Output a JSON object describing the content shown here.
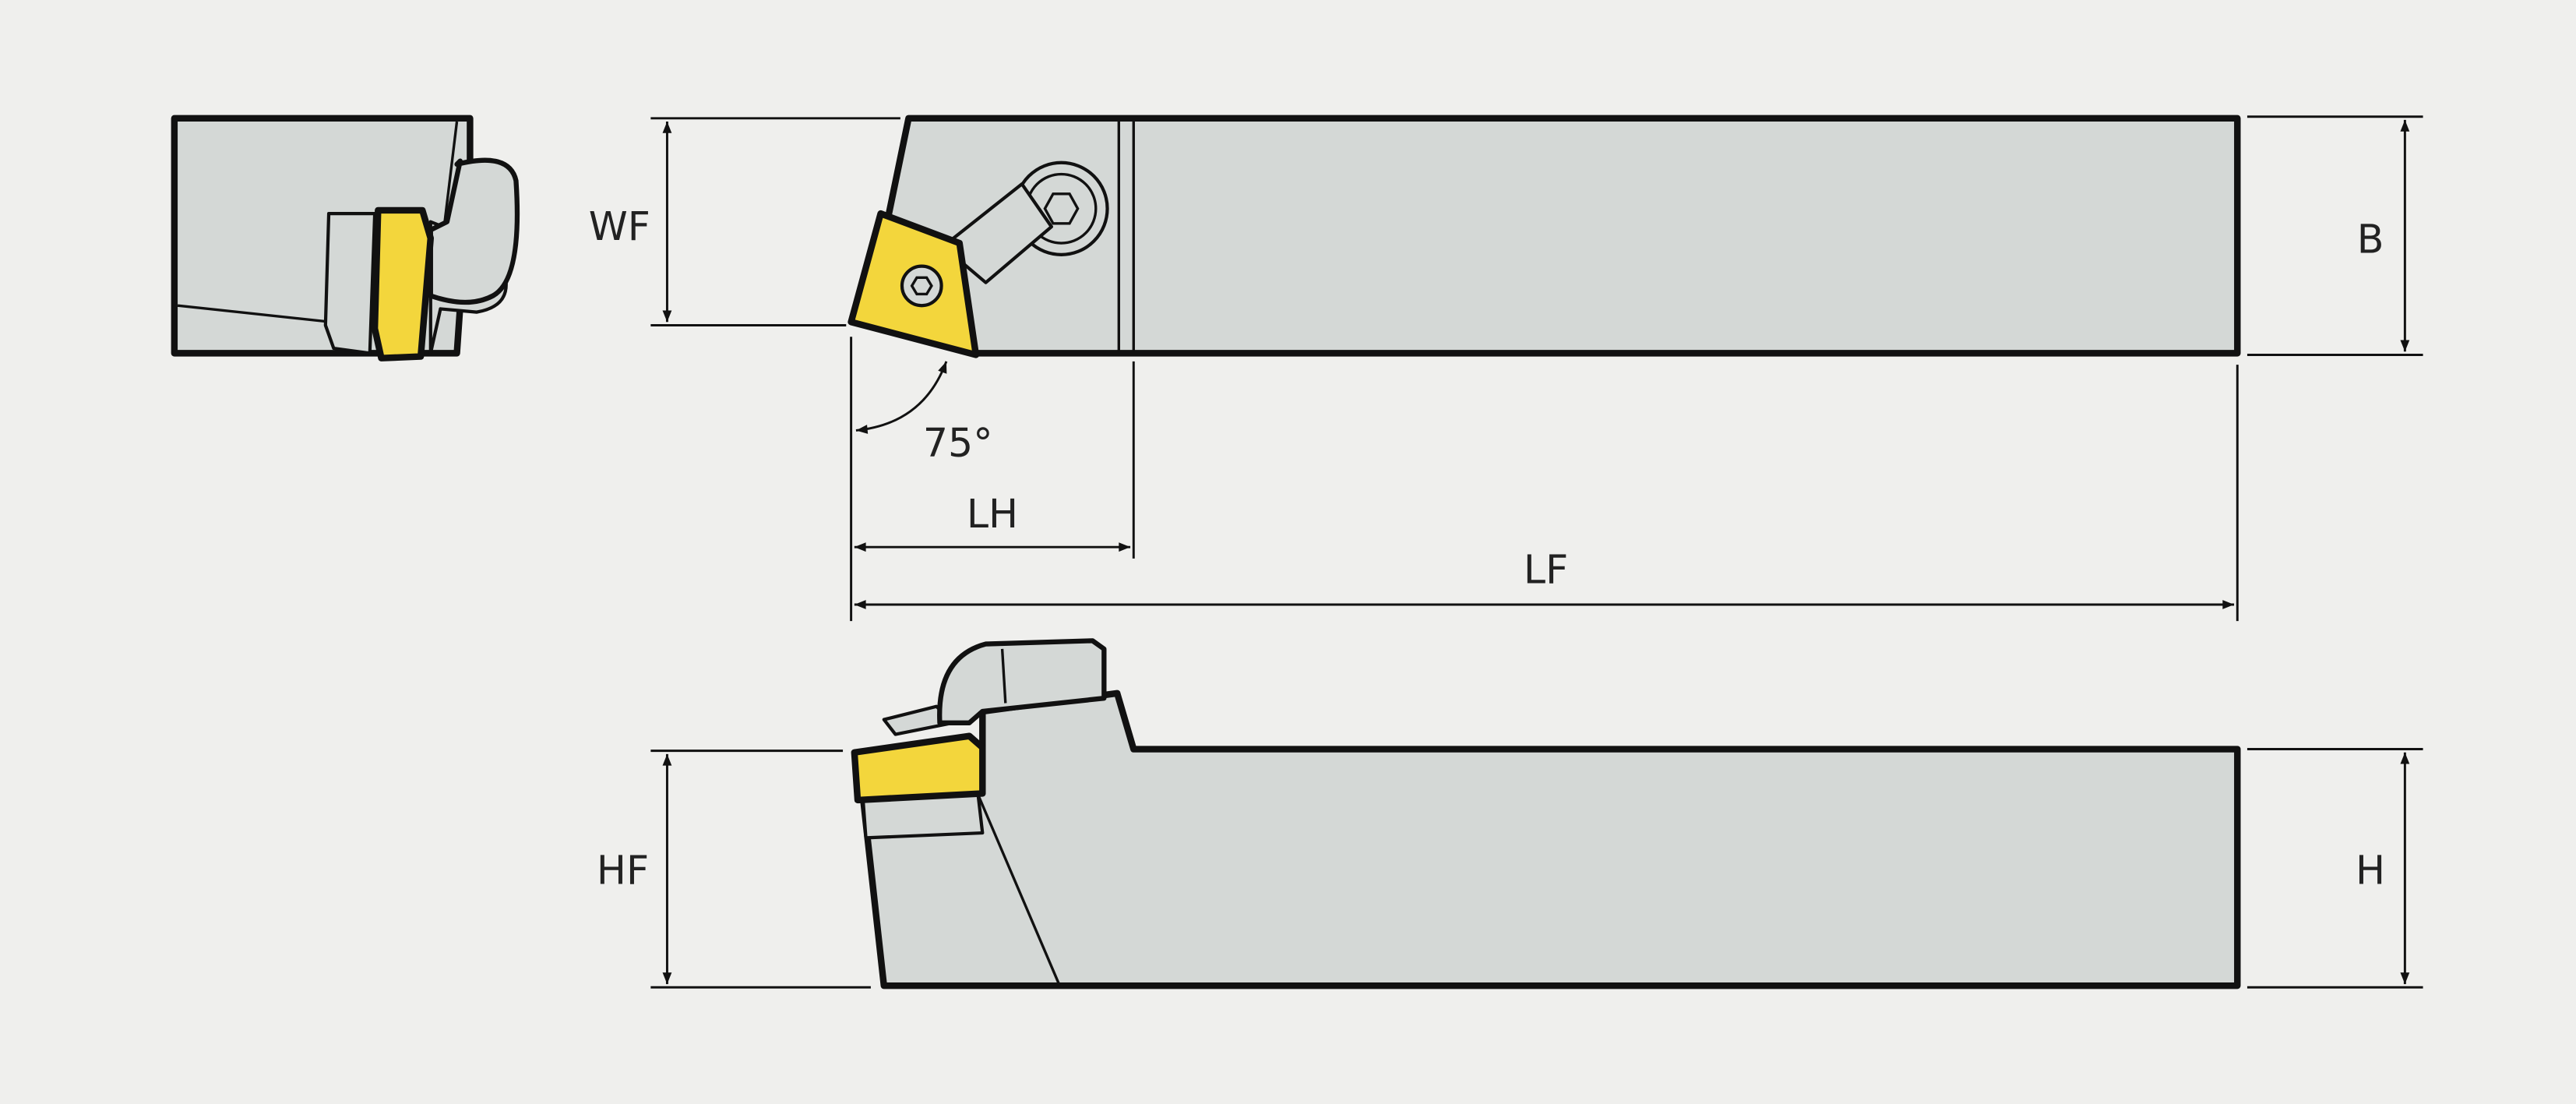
{
  "colors": {
    "background": "#efefed",
    "body": "#d4d8d6",
    "insert": "#f3d63c",
    "outline": "#111111"
  },
  "labels": {
    "wf": "WF",
    "b": "B",
    "angle": "75°",
    "lh": "LH",
    "lf": "LF",
    "hf": "HF",
    "h": "H"
  }
}
